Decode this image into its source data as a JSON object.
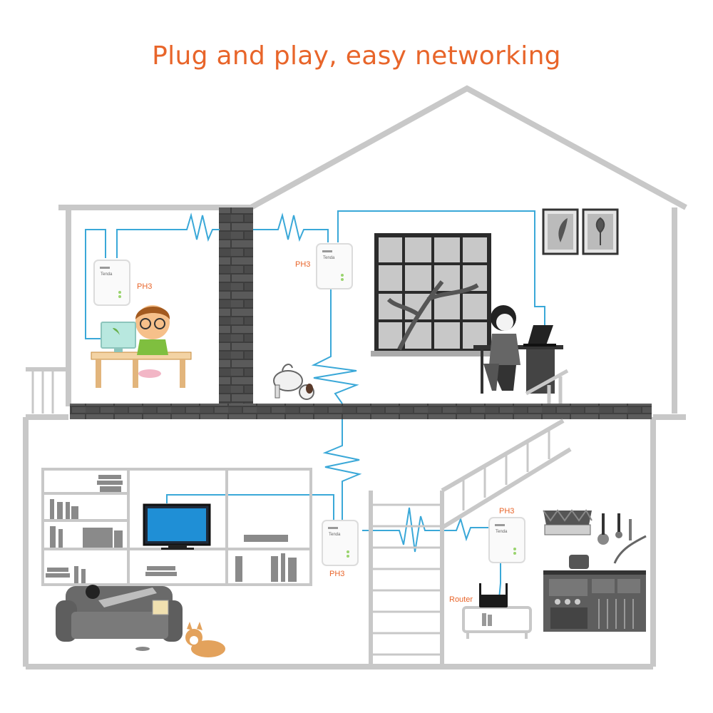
{
  "title": "Plug and play, easy networking",
  "devices": [
    {
      "label": "PH3",
      "brand": "Tenda"
    },
    {
      "label": "PH3",
      "brand": "Tenda"
    },
    {
      "label": "PH3",
      "brand": "Tenda"
    },
    {
      "label": "PH3",
      "brand": "Tenda"
    }
  ],
  "router": {
    "label": "Router"
  },
  "colors": {
    "accent": "#e8652a",
    "wire": "#3aa8d8",
    "house_outline": "#c8c8c8",
    "brick": "#4a4a4a",
    "furniture": "#777777"
  },
  "icons": [
    "tv-icon",
    "laptop-icon",
    "router-icon",
    "picture-frame-icon",
    "dog-icon",
    "sofa-icon",
    "stove-icon",
    "window-icon"
  ]
}
